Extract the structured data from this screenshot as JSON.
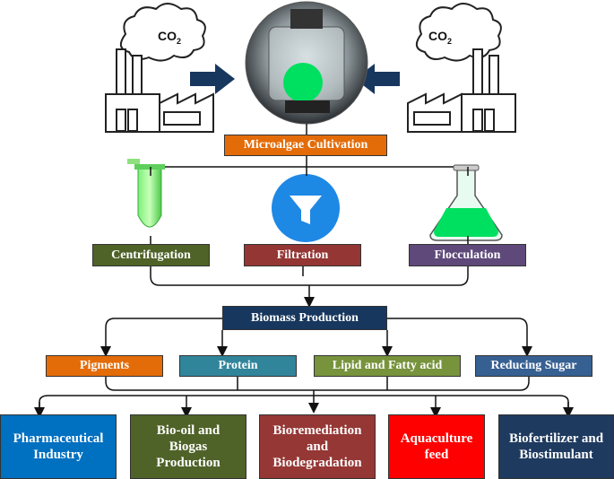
{
  "factories": {
    "left_label": "CO",
    "left_sub": "2",
    "right_label": "CO",
    "right_sub": "2"
  },
  "cultivation": {
    "label": "Microalgae Cultivation"
  },
  "harvesting": [
    {
      "label": "Centrifugation",
      "color": "#4f6228"
    },
    {
      "label": "Filtration",
      "color": "#943634"
    },
    {
      "label": "Flocculation",
      "color": "#5f497a"
    }
  ],
  "biomass": {
    "label": "Biomass Production"
  },
  "products": [
    {
      "label": "Pigments",
      "color": "#e36c09"
    },
    {
      "label": "Protein",
      "color": "#31859b"
    },
    {
      "label": "Lipid and Fatty acid",
      "color": "#77933c"
    },
    {
      "label": "Reducing Sugar",
      "color": "#376092"
    }
  ],
  "applications": [
    {
      "label": "Pharmaceutical\nIndustry",
      "color": "#0070c0"
    },
    {
      "label": "Bio-oil and\nBiogas\nProduction",
      "color": "#4f6228"
    },
    {
      "label": "Bioremediation\nand\nBiodegradation",
      "color": "#953735"
    },
    {
      "label": "Aquaculture\nfeed",
      "color": "#ff0000"
    },
    {
      "label": "Biofertilizer and\nBiostimulant",
      "color": "#1f3a5f"
    }
  ],
  "colors": {
    "cultivation": "#e36c09",
    "biomass": "#17375e",
    "arrow_blue": "#17375e",
    "algae_green": "#00e060"
  }
}
